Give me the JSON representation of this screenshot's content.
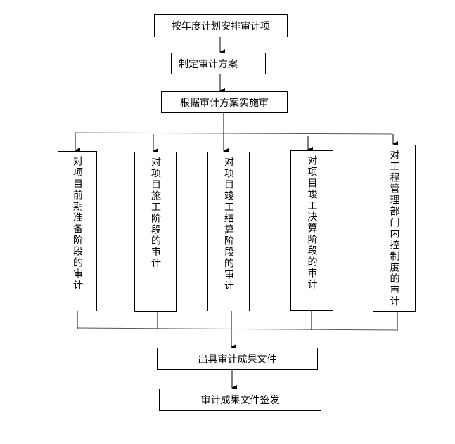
{
  "steps": {
    "plan_schedule": "按年度计划安排审计项",
    "make_plan": "制定审计方案",
    "implement": "根据审计方案实施审",
    "issue_docs": "出具审计成果文件",
    "sign_off": "审计成果文件签发"
  },
  "branches": [
    "对项目前期准备阶段的审计",
    "对项目施工阶段的审计",
    "对项目竣工结算阶段的审计",
    "对项目竣工决算阶段的审计",
    "对工程管理部门内控制度的审计"
  ]
}
